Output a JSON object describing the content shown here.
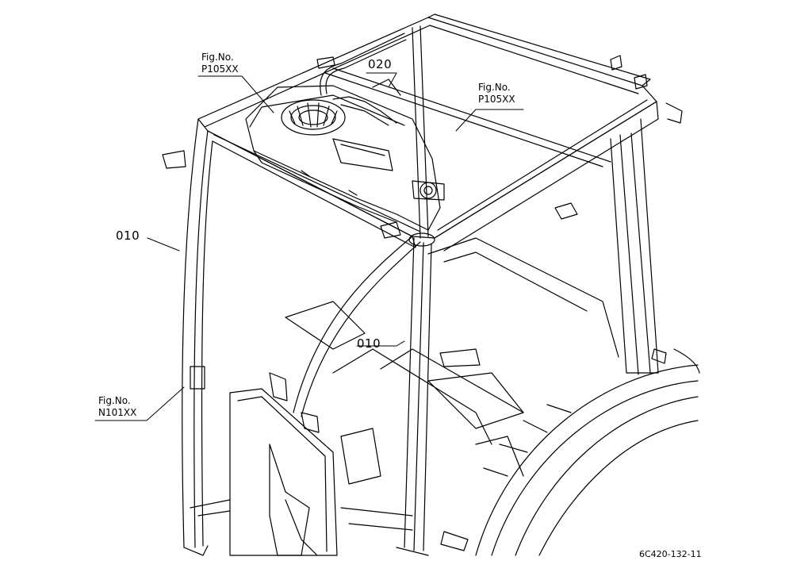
{
  "labels": {
    "fig_top_left": {
      "line1": "Fig.No.",
      "line2": "P105XX"
    },
    "fig_top_right": {
      "line1": "Fig.No.",
      "line2": "P105XX"
    },
    "fig_bottom_left": {
      "line1": "Fig.No.",
      "line2": "N101XX"
    },
    "part_020": "020",
    "part_010_left": "010",
    "part_010_center": "010"
  },
  "drawing_ref": "6C420-132-11"
}
